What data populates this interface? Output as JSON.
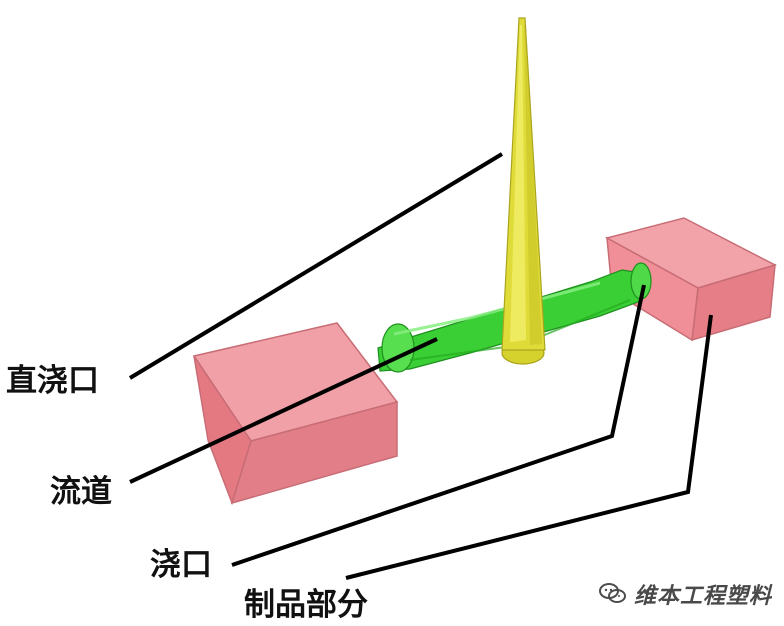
{
  "labels": {
    "sprue": "直浇口",
    "runner": "流道",
    "gate": "浇口",
    "product": "制品部分"
  },
  "watermark": {
    "text": "维本工程塑料",
    "icon": "wechat-icon"
  },
  "colors": {
    "product_block": "#e07b84",
    "runner": "#3fd23b",
    "sprue": "#d9d732",
    "leader_line": "#000000"
  }
}
